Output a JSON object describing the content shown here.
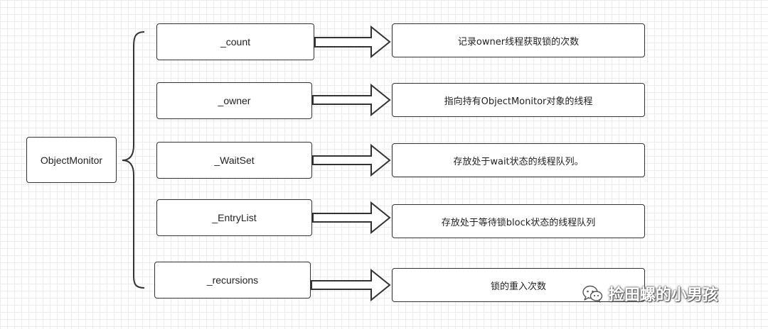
{
  "diagram": {
    "root": {
      "label": "ObjectMonitor"
    },
    "fields": [
      {
        "name": "_count",
        "description": "记录owner线程获取锁的次数"
      },
      {
        "name": "_owner",
        "description": "指向持有ObjectMonitor对象的线程"
      },
      {
        "name": "_WaitSet",
        "description": "存放处于wait状态的线程队列。"
      },
      {
        "name": "_EntryList",
        "description": "存放处于等待锁block状态的线程队列"
      },
      {
        "name": "_recursions",
        "description": "锁的重入次数"
      }
    ]
  },
  "watermark": {
    "text": "捡田螺的小男孩",
    "icon": "wechat-icon"
  },
  "colors": {
    "stroke": "#333333",
    "text": "#222222",
    "grid": "#ececec"
  }
}
